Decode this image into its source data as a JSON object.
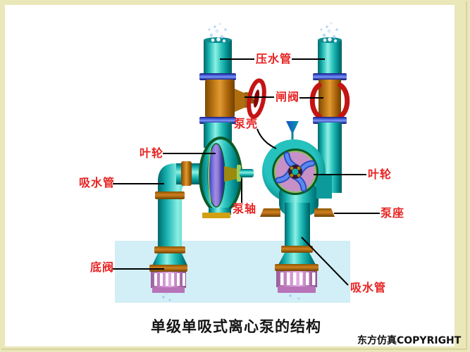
{
  "diagram": {
    "title": "单级单吸式离心泵的结构",
    "copyright": "东方仿真COPYRIGHT",
    "labels": {
      "discharge_pipe": "压水管",
      "gate_valve": "闸阀",
      "pump_casing": "泵壳",
      "impeller_left": "叶轮",
      "suction_pipe_left": "吸水管",
      "pump_shaft": "泵轴",
      "impeller_right": "叶轮",
      "pump_base": "泵座",
      "foot_valve": "底阀",
      "suction_pipe_right": "吸水管"
    },
    "colors": {
      "frame_cream": "#eae7b8",
      "panel_white": "#ffffff",
      "label_red": "#e82323",
      "pipe_teal": "#12b2b0",
      "flange_blue": "#4d6ae8",
      "valve_orange": "#c07818",
      "handwheel_red": "#c41414",
      "casing_green": "#0c5a28",
      "impeller_purple": "#c791c7",
      "blade_blue": "#4a7ae8",
      "water_blue": "#d2eef6",
      "foot_valve_pink": "#cc8ecc"
    }
  }
}
